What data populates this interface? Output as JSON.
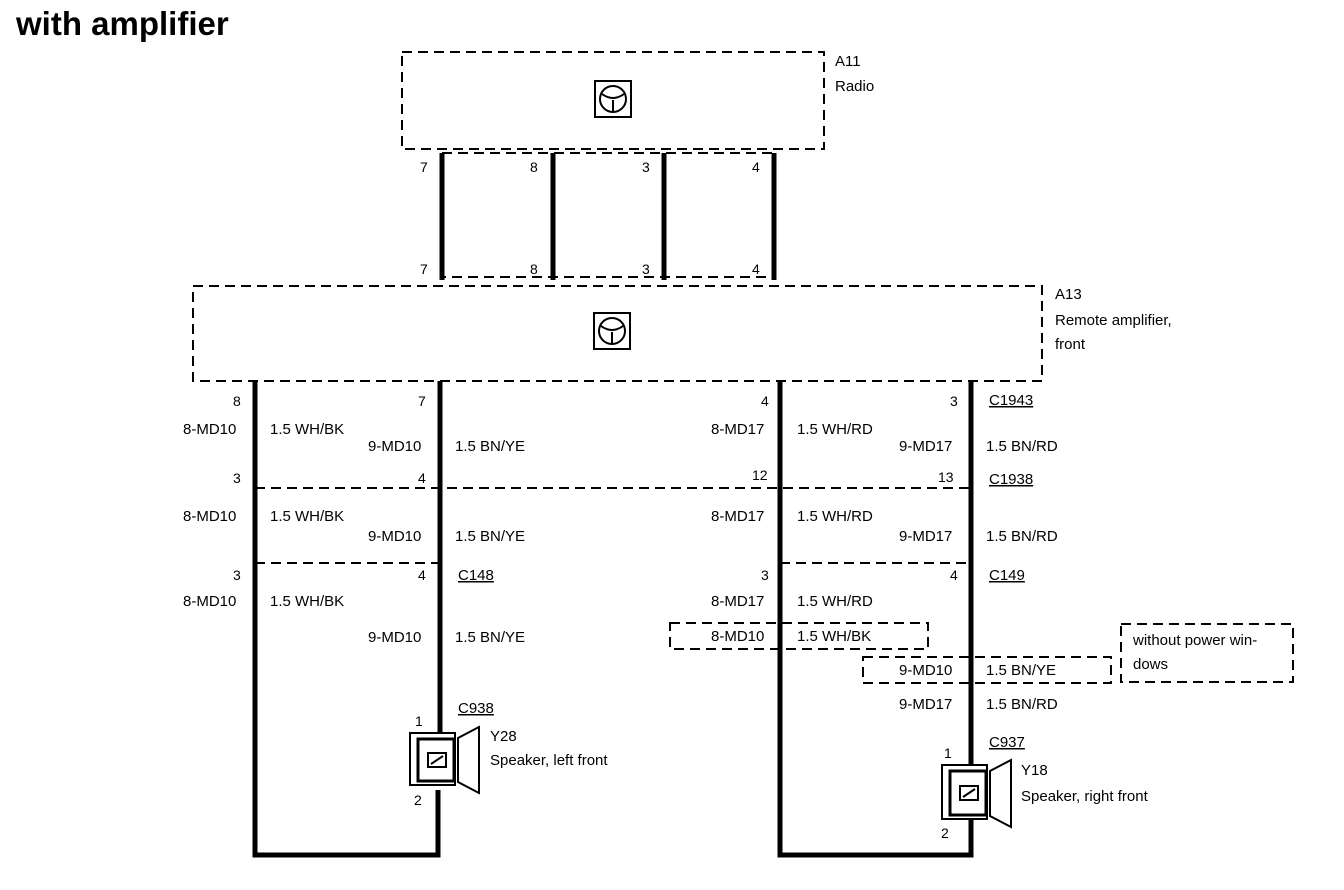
{
  "title": "with amplifier",
  "radio": {
    "id": "A11",
    "name": "Radio",
    "pins": [
      "7",
      "8",
      "3",
      "4"
    ]
  },
  "amplifier": {
    "id": "A13",
    "name_line1": "Remote amplifier,",
    "name_line2": "front",
    "pins_top": [
      "7",
      "8",
      "3",
      "4"
    ]
  },
  "connectors": {
    "c1943": "C1943",
    "c1938": "C1938",
    "c148": "C148",
    "c149": "C149",
    "c938": "C938",
    "c937": "C937"
  },
  "wires": {
    "md10_8": "8-MD10",
    "md10_9": "9-MD10",
    "md17_8": "8-MD17",
    "md17_9": "9-MD17",
    "wh_bk": "1.5 WH/BK",
    "bn_ye": "1.5 BN/YE",
    "wh_rd": "1.5 WH/RD",
    "bn_rd": "1.5 BN/RD"
  },
  "pins": {
    "amp_out": [
      "8",
      "7",
      "4",
      "3"
    ],
    "c1938": [
      "3",
      "4",
      "12",
      "13"
    ],
    "c148": [
      "3",
      "4"
    ],
    "c149": [
      "3",
      "4"
    ],
    "spk": [
      "1",
      "2"
    ]
  },
  "option": {
    "note_line1": "without power win-",
    "note_line2": "dows"
  },
  "speakers": {
    "left_id": "Y28",
    "left_name": "Speaker, left front",
    "right_id": "Y18",
    "right_name": "Speaker, right front"
  }
}
